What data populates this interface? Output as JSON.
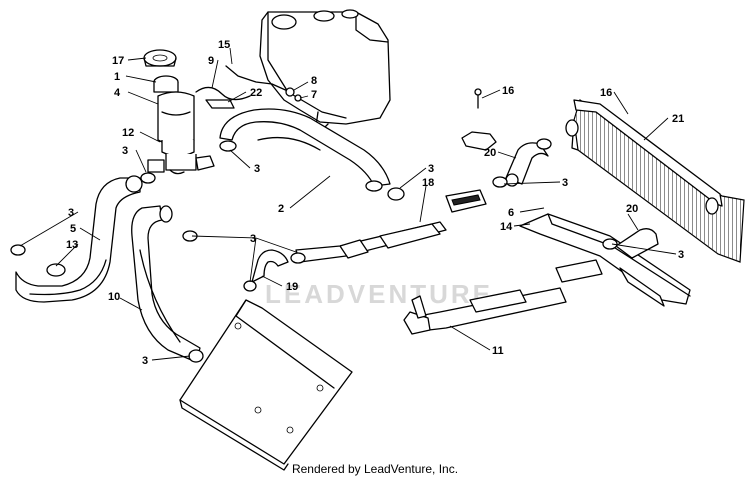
{
  "diagram": {
    "watermark": "LEADVENTURE",
    "footer": "Rendered by LeadVenture, Inc.",
    "callouts": [
      "17",
      "1",
      "4",
      "12",
      "3",
      "15",
      "9",
      "22",
      "8",
      "7",
      "2",
      "3",
      "3",
      "18",
      "16",
      "20",
      "3",
      "16",
      "21",
      "6",
      "14",
      "20",
      "3",
      "13",
      "5",
      "10",
      "3",
      "19",
      "11",
      "3",
      "3"
    ]
  }
}
